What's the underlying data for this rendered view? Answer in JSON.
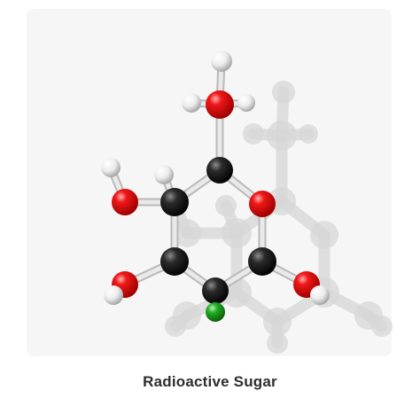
{
  "caption": "Radioactive Sugar",
  "molecule": {
    "atoms": [
      {
        "id": "c6",
        "element": "C"
      },
      {
        "id": "c5",
        "element": "C"
      },
      {
        "id": "c4",
        "element": "C"
      },
      {
        "id": "c3",
        "element": "C"
      },
      {
        "id": "c2",
        "element": "C"
      },
      {
        "id": "c1",
        "element": "C"
      },
      {
        "id": "o-ring",
        "element": "O"
      },
      {
        "id": "o6",
        "element": "O"
      },
      {
        "id": "o4",
        "element": "O"
      },
      {
        "id": "o3",
        "element": "O"
      },
      {
        "id": "o1",
        "element": "O"
      },
      {
        "id": "h-o6",
        "element": "H"
      },
      {
        "id": "h-c6a",
        "element": "H"
      },
      {
        "id": "h-c6b",
        "element": "H"
      },
      {
        "id": "h-o4",
        "element": "H"
      },
      {
        "id": "h-c4",
        "element": "H"
      },
      {
        "id": "h-o3",
        "element": "H"
      },
      {
        "id": "h-o1",
        "element": "H"
      },
      {
        "id": "label-atom",
        "element": "labeled"
      }
    ],
    "colors": {
      "C": "#1a1a1a",
      "O": "#e01010",
      "H": "#f2f2f2",
      "labeled": "#1fa51f",
      "bond": "#e9e9e9",
      "shadow": "#d7d7d7",
      "backdrop": "#f6f6f6"
    }
  }
}
